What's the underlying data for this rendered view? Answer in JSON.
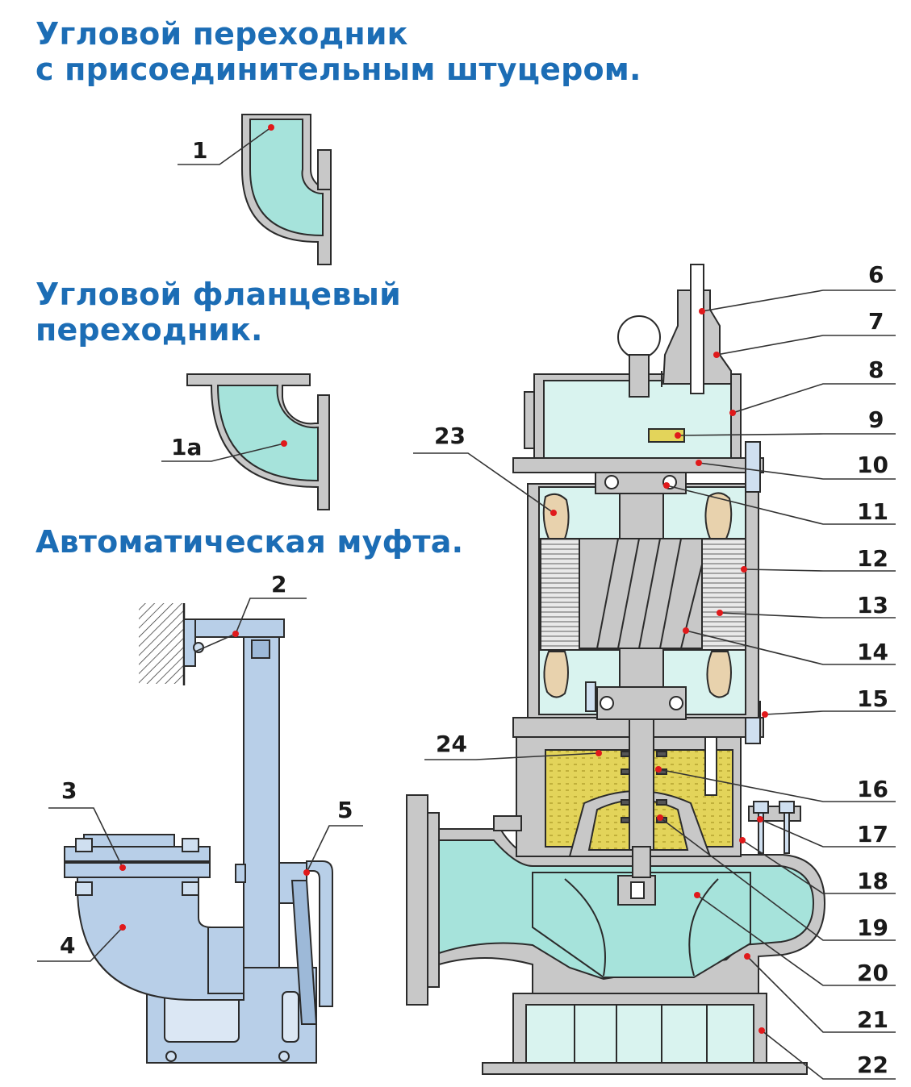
{
  "headings": {
    "angle_adapter_fitting": "Угловой переходник\nс присоединительным штуцером.",
    "angle_flange_adapter": "Угловой фланцевый\nпереходник.",
    "auto_coupling": "Автоматическая муфта."
  },
  "labels": [
    "1",
    "1a",
    "2",
    "3",
    "4",
    "5",
    "6",
    "7",
    "8",
    "9",
    "10",
    "11",
    "12",
    "13",
    "14",
    "15",
    "16",
    "17",
    "18",
    "19",
    "20",
    "21",
    "22",
    "23",
    "24"
  ],
  "colors": {
    "heading": "#1c6db5",
    "fill_water": "#a6e3db",
    "fill_inner": "#d9f3ef",
    "fill_steel": "#b8cfe8",
    "fill_metal": "#c8c8c8",
    "fill_oil": "#e3d45a",
    "fill_winding": "#e8d2ad",
    "marker": "#e0191b"
  }
}
